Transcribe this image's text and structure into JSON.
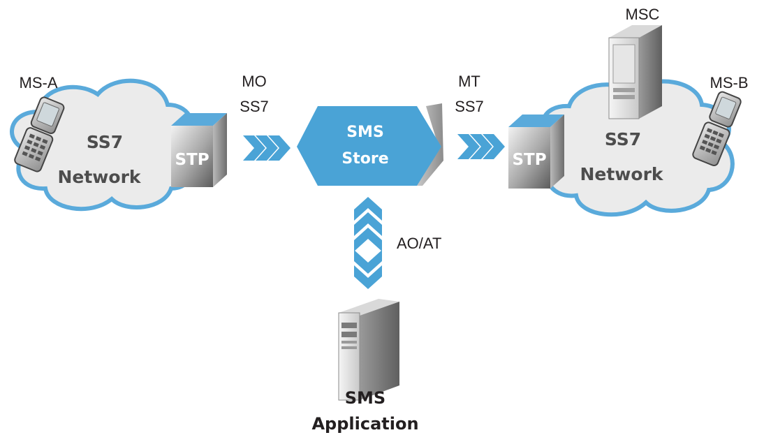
{
  "nodes": {
    "ms_a": {
      "label": "MS-A"
    },
    "ms_b": {
      "label": "MS-B"
    },
    "msc": {
      "label": "MSC"
    },
    "left_network": {
      "line1": "SS7",
      "line2": "Network"
    },
    "right_network": {
      "line1": "SS7",
      "line2": "Network"
    },
    "left_stp": {
      "label": "STP"
    },
    "right_stp": {
      "label": "STP"
    },
    "sms_store": {
      "line1": "SMS",
      "line2": "Store"
    },
    "sms_application": {
      "line1": "SMS",
      "line2": "Application"
    }
  },
  "links": {
    "mo": {
      "line1": "MO",
      "line2": "SS7"
    },
    "mt": {
      "line1": "MT",
      "line2": "SS7"
    },
    "ao_at": {
      "label": "AO/AT"
    }
  },
  "colors": {
    "cloud_fill": "#ebebeb",
    "cloud_stroke": "#5aaadb",
    "store_fill": "#4aa3d6",
    "arrow_blue": "#4aa3d6",
    "stp_blue": "#5aaadb",
    "text_dark": "#231f20",
    "text_network": "#4d4d4d"
  }
}
